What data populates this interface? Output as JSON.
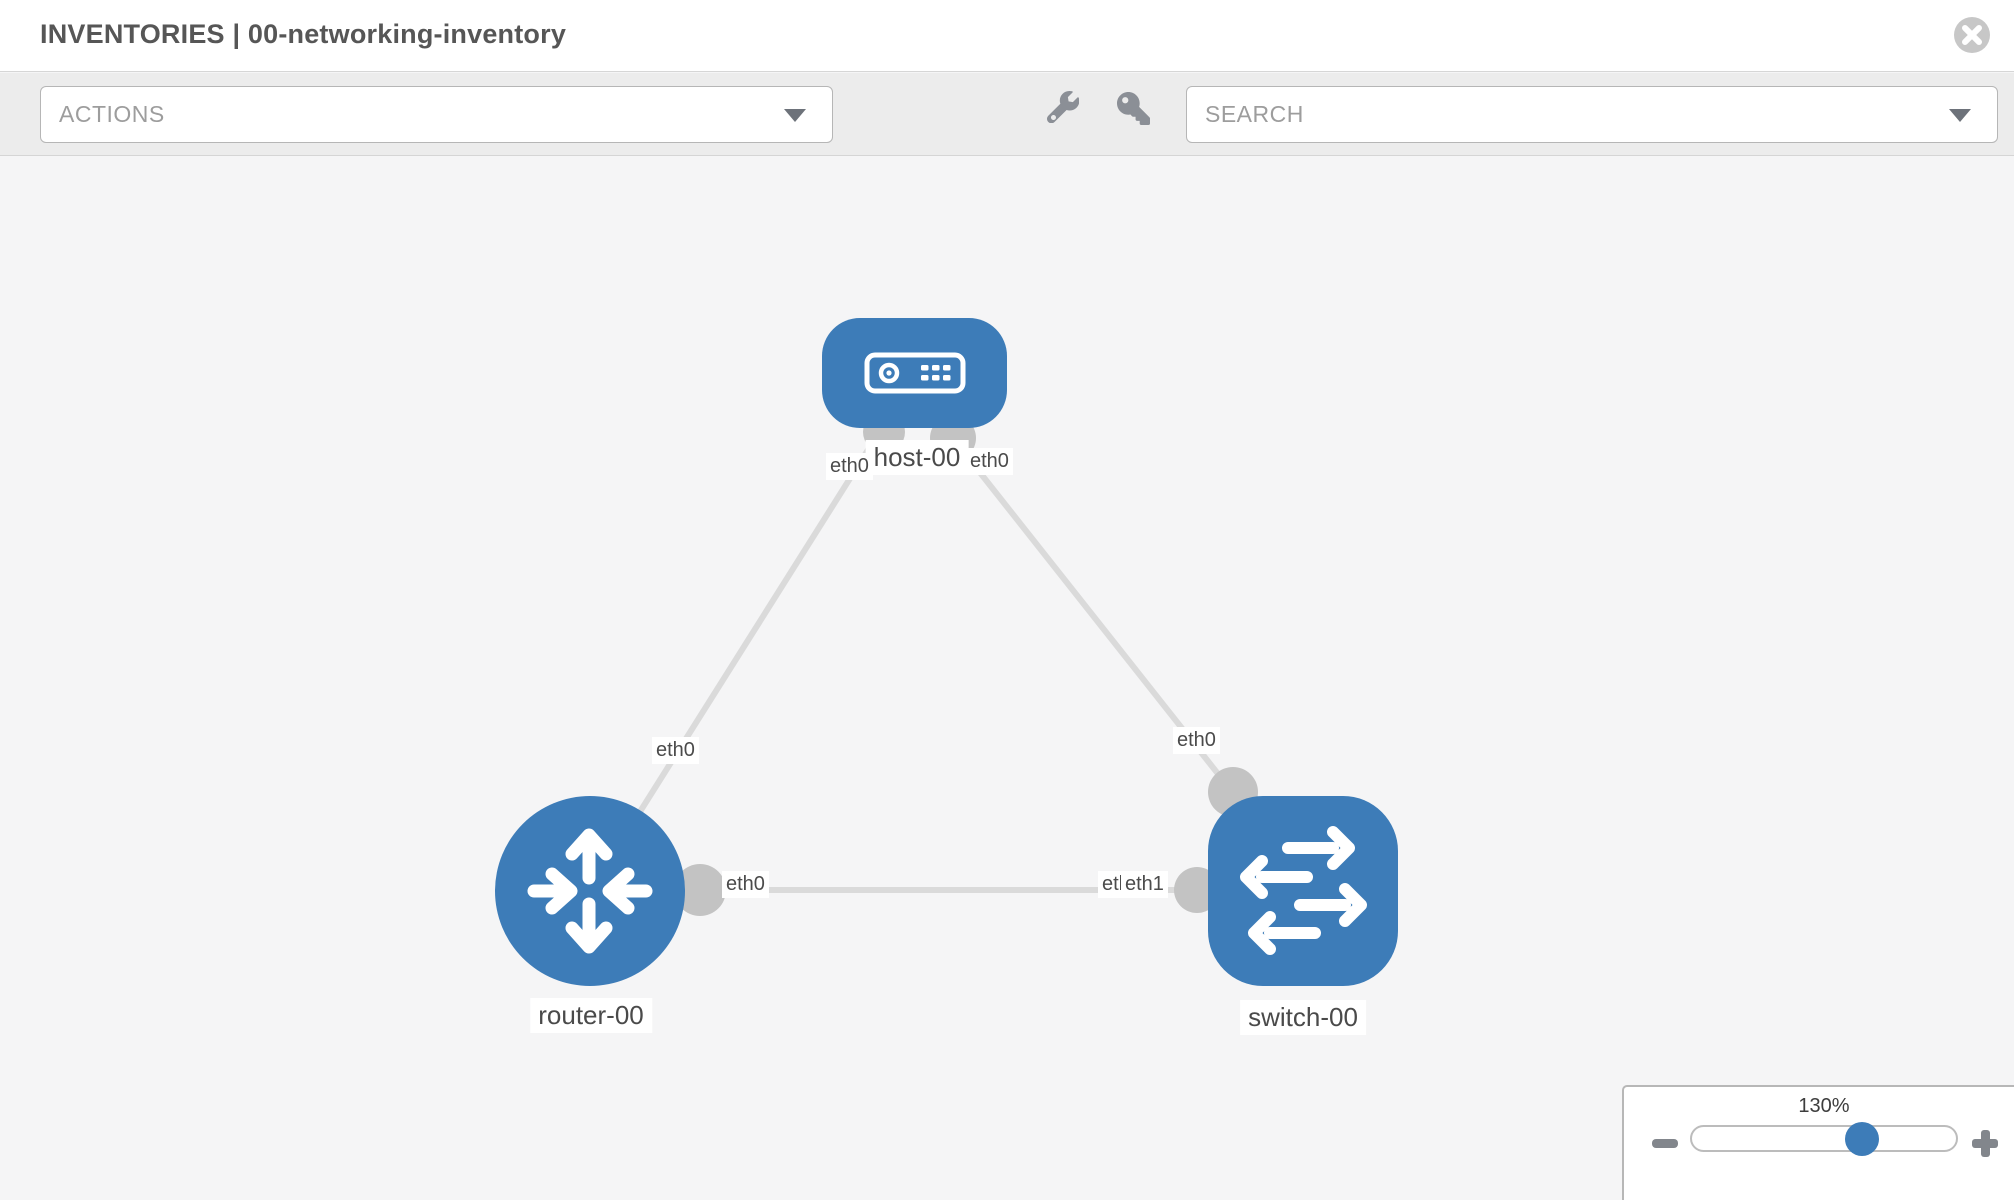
{
  "header": {
    "title": "INVENTORIES | 00-networking-inventory"
  },
  "toolbar": {
    "actions_label": "ACTIONS",
    "search_placeholder": "SEARCH",
    "tool_icons": [
      "wrench-icon",
      "key-icon"
    ]
  },
  "graph": {
    "nodes": [
      {
        "id": "host-00",
        "type": "host",
        "label": "host-00"
      },
      {
        "id": "router-00",
        "type": "router",
        "label": "router-00"
      },
      {
        "id": "switch-00",
        "type": "switch",
        "label": "switch-00"
      }
    ],
    "links": [
      {
        "source": "host-00",
        "source_interface": "eth0",
        "target": "router-00",
        "target_interface": "eth0"
      },
      {
        "source": "host-00",
        "source_interface": "eth0",
        "target": "switch-00",
        "target_interface": "eth0"
      },
      {
        "source": "router-00",
        "source_interface": "eth0",
        "target": "switch-00",
        "target_interface": "eth1"
      }
    ],
    "interface_labels": {
      "host_to_router_near_host": "eth0",
      "host_to_router_near_router": "eth0",
      "host_to_switch_near_host": "eth0",
      "host_to_switch_near_switch": "eth0",
      "router_to_switch_near_router": "eth0",
      "router_to_switch_near_switch_back": "eth0",
      "router_to_switch_near_switch_front": "eth1"
    }
  },
  "zoom_control": {
    "level": "130%"
  },
  "colors": {
    "node_blue": "#3d7cb8",
    "link_gray": "#dadada",
    "endpoint_gray": "#c3c3c3",
    "toolbar_bg": "#ececec",
    "canvas_bg": "#f5f5f6"
  }
}
